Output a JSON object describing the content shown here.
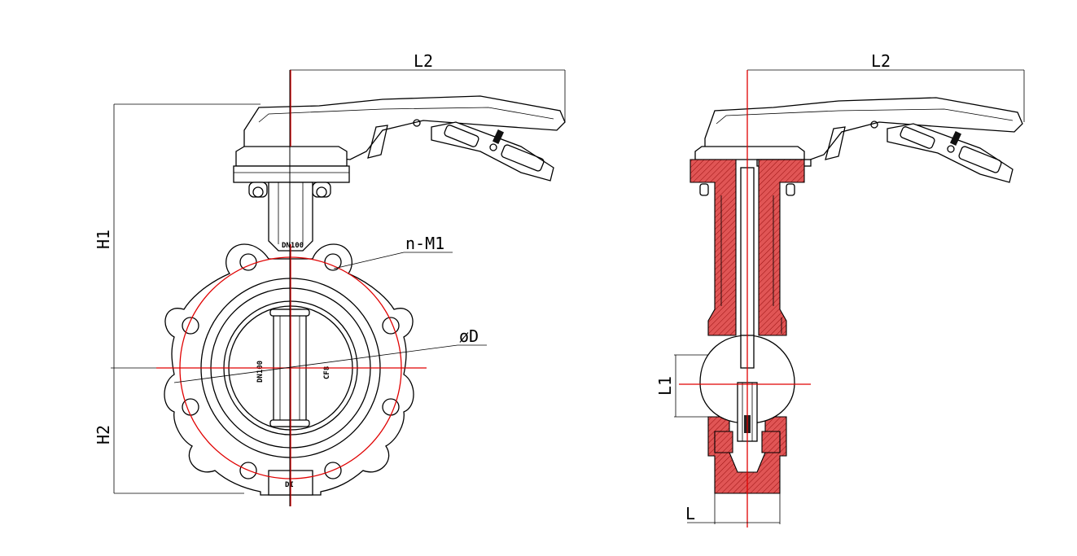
{
  "colors": {
    "line": "#000000",
    "centerline": "#e00000",
    "section_fill": "#e05555",
    "background": "#ffffff"
  },
  "front_view": {
    "labels": {
      "l2": "L2",
      "h1": "H1",
      "h2": "H2",
      "holes": "n-M1",
      "pcd": "øD"
    },
    "body_marks": {
      "neck": "DN100",
      "disc_left": "DN100",
      "disc_right": "CF8",
      "bottom": "DI"
    }
  },
  "side_view": {
    "labels": {
      "l2": "L2",
      "l1": "L1",
      "l": "L"
    }
  }
}
